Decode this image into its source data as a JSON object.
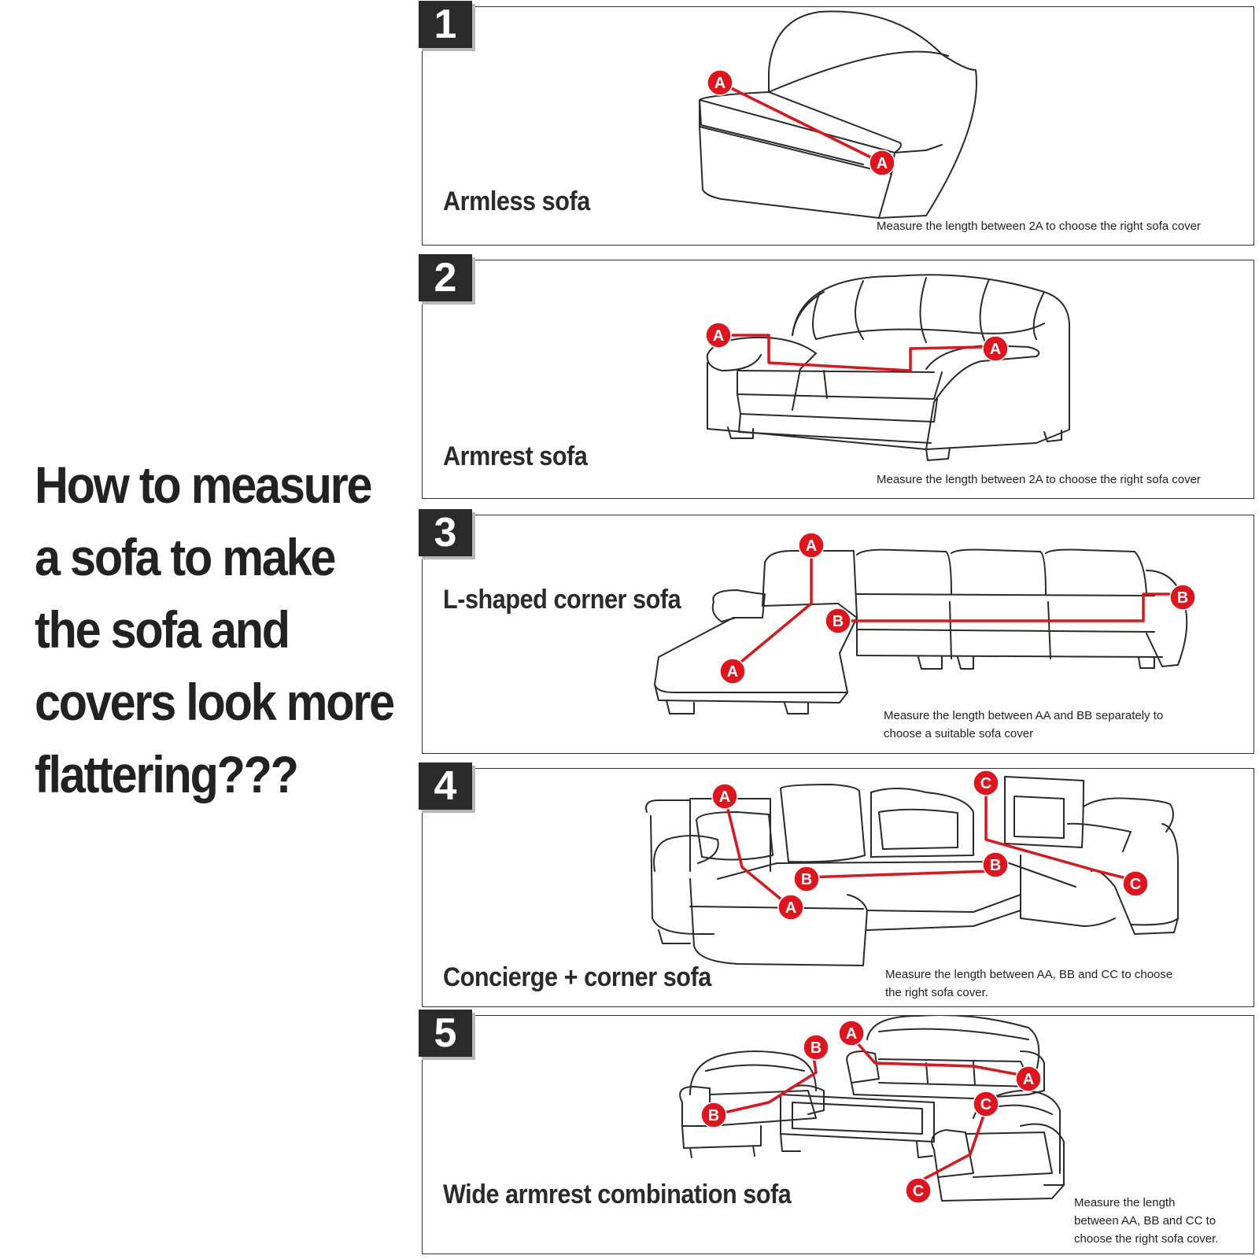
{
  "headline": {
    "lines": [
      "How to measure",
      "a sofa to make",
      "the sofa and",
      "covers look more",
      "flattering???"
    ]
  },
  "colors": {
    "marker_red": "#e0141c",
    "badge_dark": "#2b2b2b",
    "outline": "#2a2a2a"
  },
  "panels": [
    {
      "number": "1",
      "title": "Armless sofa",
      "note": [
        "Measure the length between 2A to choose the right sofa cover"
      ]
    },
    {
      "number": "2",
      "title": "Armrest sofa",
      "note": [
        "Measure the length between 2A to choose the right sofa cover"
      ]
    },
    {
      "number": "3",
      "title": "L-shaped corner sofa",
      "note": [
        "Measure the length between AA and BB separately to",
        "choose a suitable sofa cover"
      ]
    },
    {
      "number": "4",
      "title": "Concierge + corner sofa",
      "note": [
        "Measure the length between AA, BB and CC to choose",
        "the right sofa cover."
      ]
    },
    {
      "number": "5",
      "title": "Wide armrest combination sofa",
      "note": [
        "Measure the length",
        "between AA, BB and CC to",
        "choose the right sofa cover."
      ]
    }
  ],
  "markers": {
    "a": "A",
    "b": "B",
    "c": "C"
  }
}
